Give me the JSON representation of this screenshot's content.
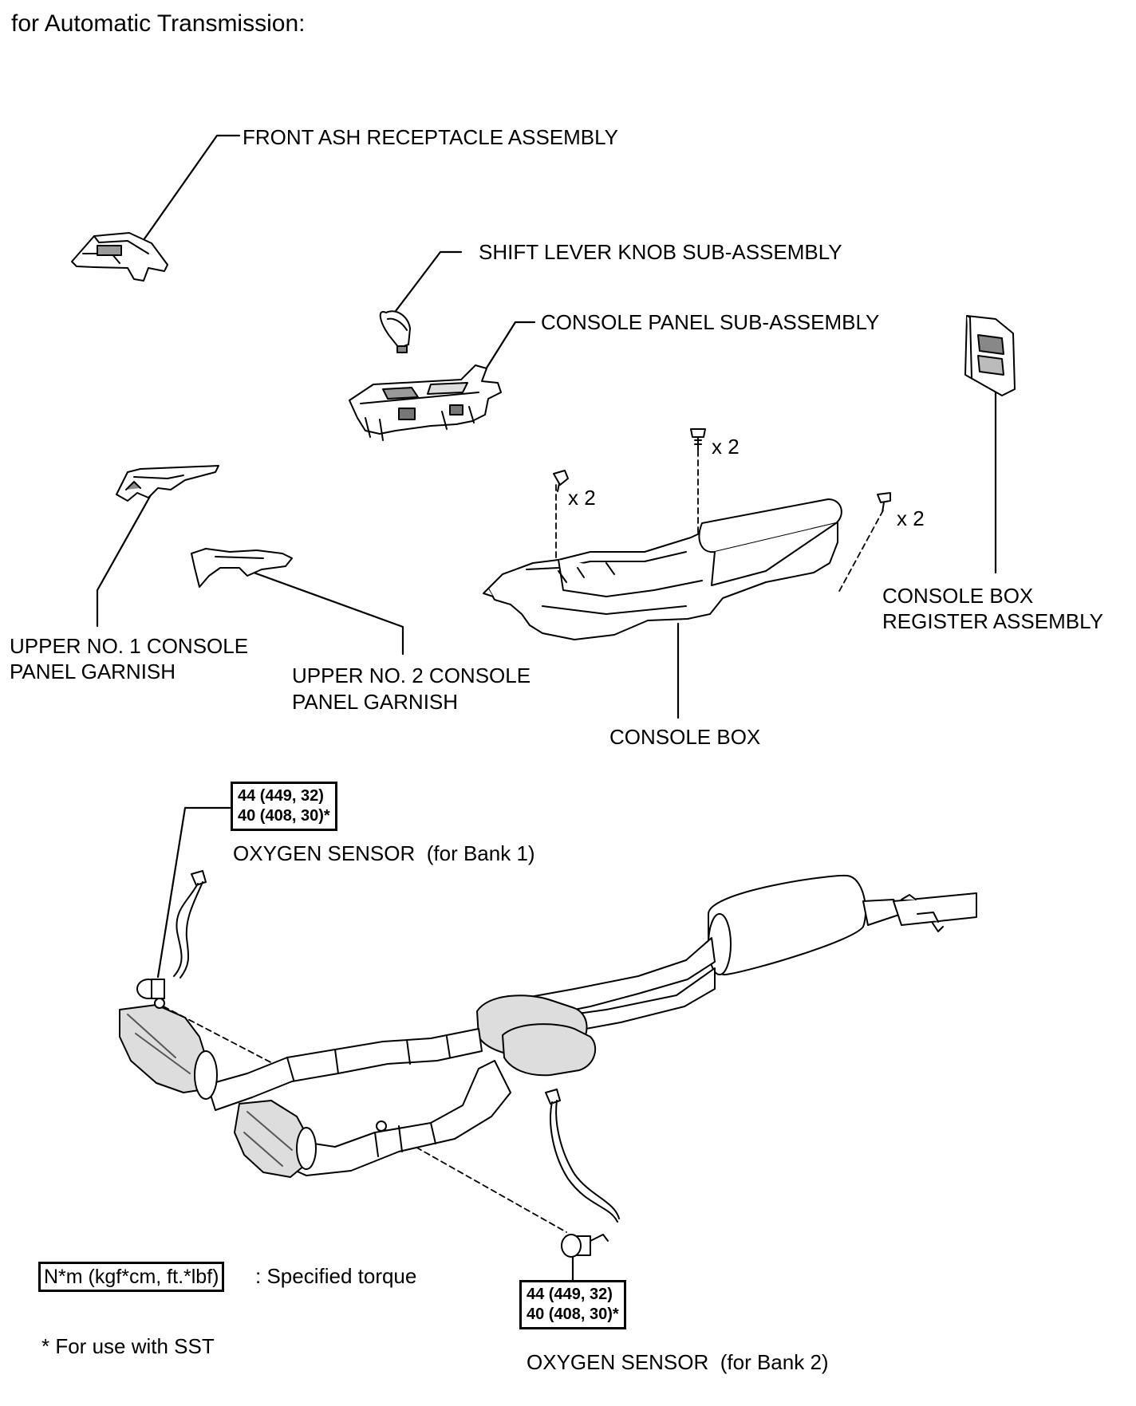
{
  "heading": "for Automatic Transmission:",
  "parts": {
    "front_ash": "FRONT ASH RECEPTACLE ASSEMBLY",
    "shift_knob": "SHIFT LEVER KNOB SUB-ASSEMBLY",
    "console_panel": "CONSOLE PANEL SUB-ASSEMBLY",
    "register_line1": "CONSOLE BOX",
    "register_line2": "REGISTER ASSEMBLY",
    "garnish1_line1": "UPPER NO. 1 CONSOLE",
    "garnish1_line2": "PANEL GARNISH",
    "garnish2_line1": "UPPER NO. 2 CONSOLE",
    "garnish2_line2": "PANEL GARNISH",
    "console_box": "CONSOLE BOX",
    "o2_bank1": "OXYGEN SENSOR",
    "o2_bank1_note": "(for Bank 1)",
    "o2_bank2": "OXYGEN SENSOR",
    "o2_bank2_note": "(for Bank 2)"
  },
  "fasteners": {
    "qty_top": "x 2",
    "qty_left": "x 2",
    "qty_right": "x 2"
  },
  "torque": {
    "bank1_line1": "44 (449, 32)",
    "bank1_line2": "40 (408, 30)*",
    "bank2_line1": "44 (449, 32)",
    "bank2_line2": "40 (408, 30)*"
  },
  "legend": {
    "unit_box": "N*m (kgf*cm, ft.*lbf)",
    "unit_desc": ": Specified torque",
    "sst_note": "* For use with SST"
  }
}
